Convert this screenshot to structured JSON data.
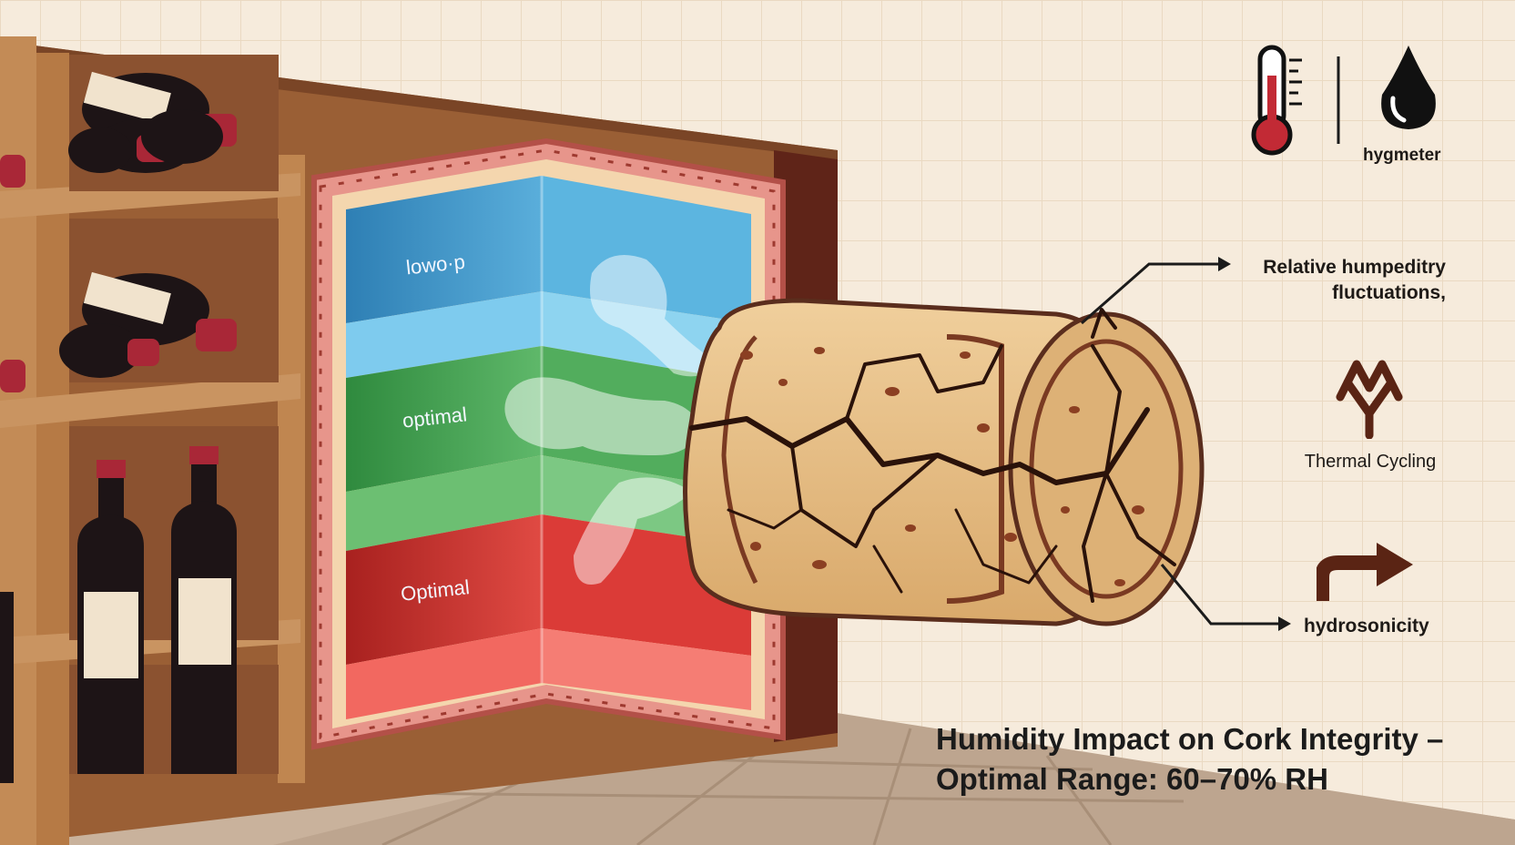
{
  "zones": {
    "top": "lowo·p",
    "middle": "optimal",
    "bottom": "Optimal"
  },
  "legend": {
    "hygrometer_label": "hygmeter",
    "relative_humidity": "Relative humpeditry fluctuations,",
    "thermal_cycling": "Thermal Cycling",
    "hydrosonicity": "hydrosonicity"
  },
  "title": {
    "line1": "Humidity Impact on Cork Integrity –",
    "line2": "Optimal Range: 60–70% RH"
  },
  "colors": {
    "background": "#f6ebdc",
    "wood": "#b97d48",
    "wine_red": "#7d1c22",
    "zone_blue": "#3f8fc1",
    "zone_green": "#3f9a4a",
    "zone_red": "#c7302c",
    "cork": "#e7c08a",
    "accent_brown": "#5a2d1d"
  },
  "icons": [
    "thermometer-icon",
    "water-drop-icon",
    "thermal-cycling-icon",
    "curved-arrow-icon"
  ]
}
